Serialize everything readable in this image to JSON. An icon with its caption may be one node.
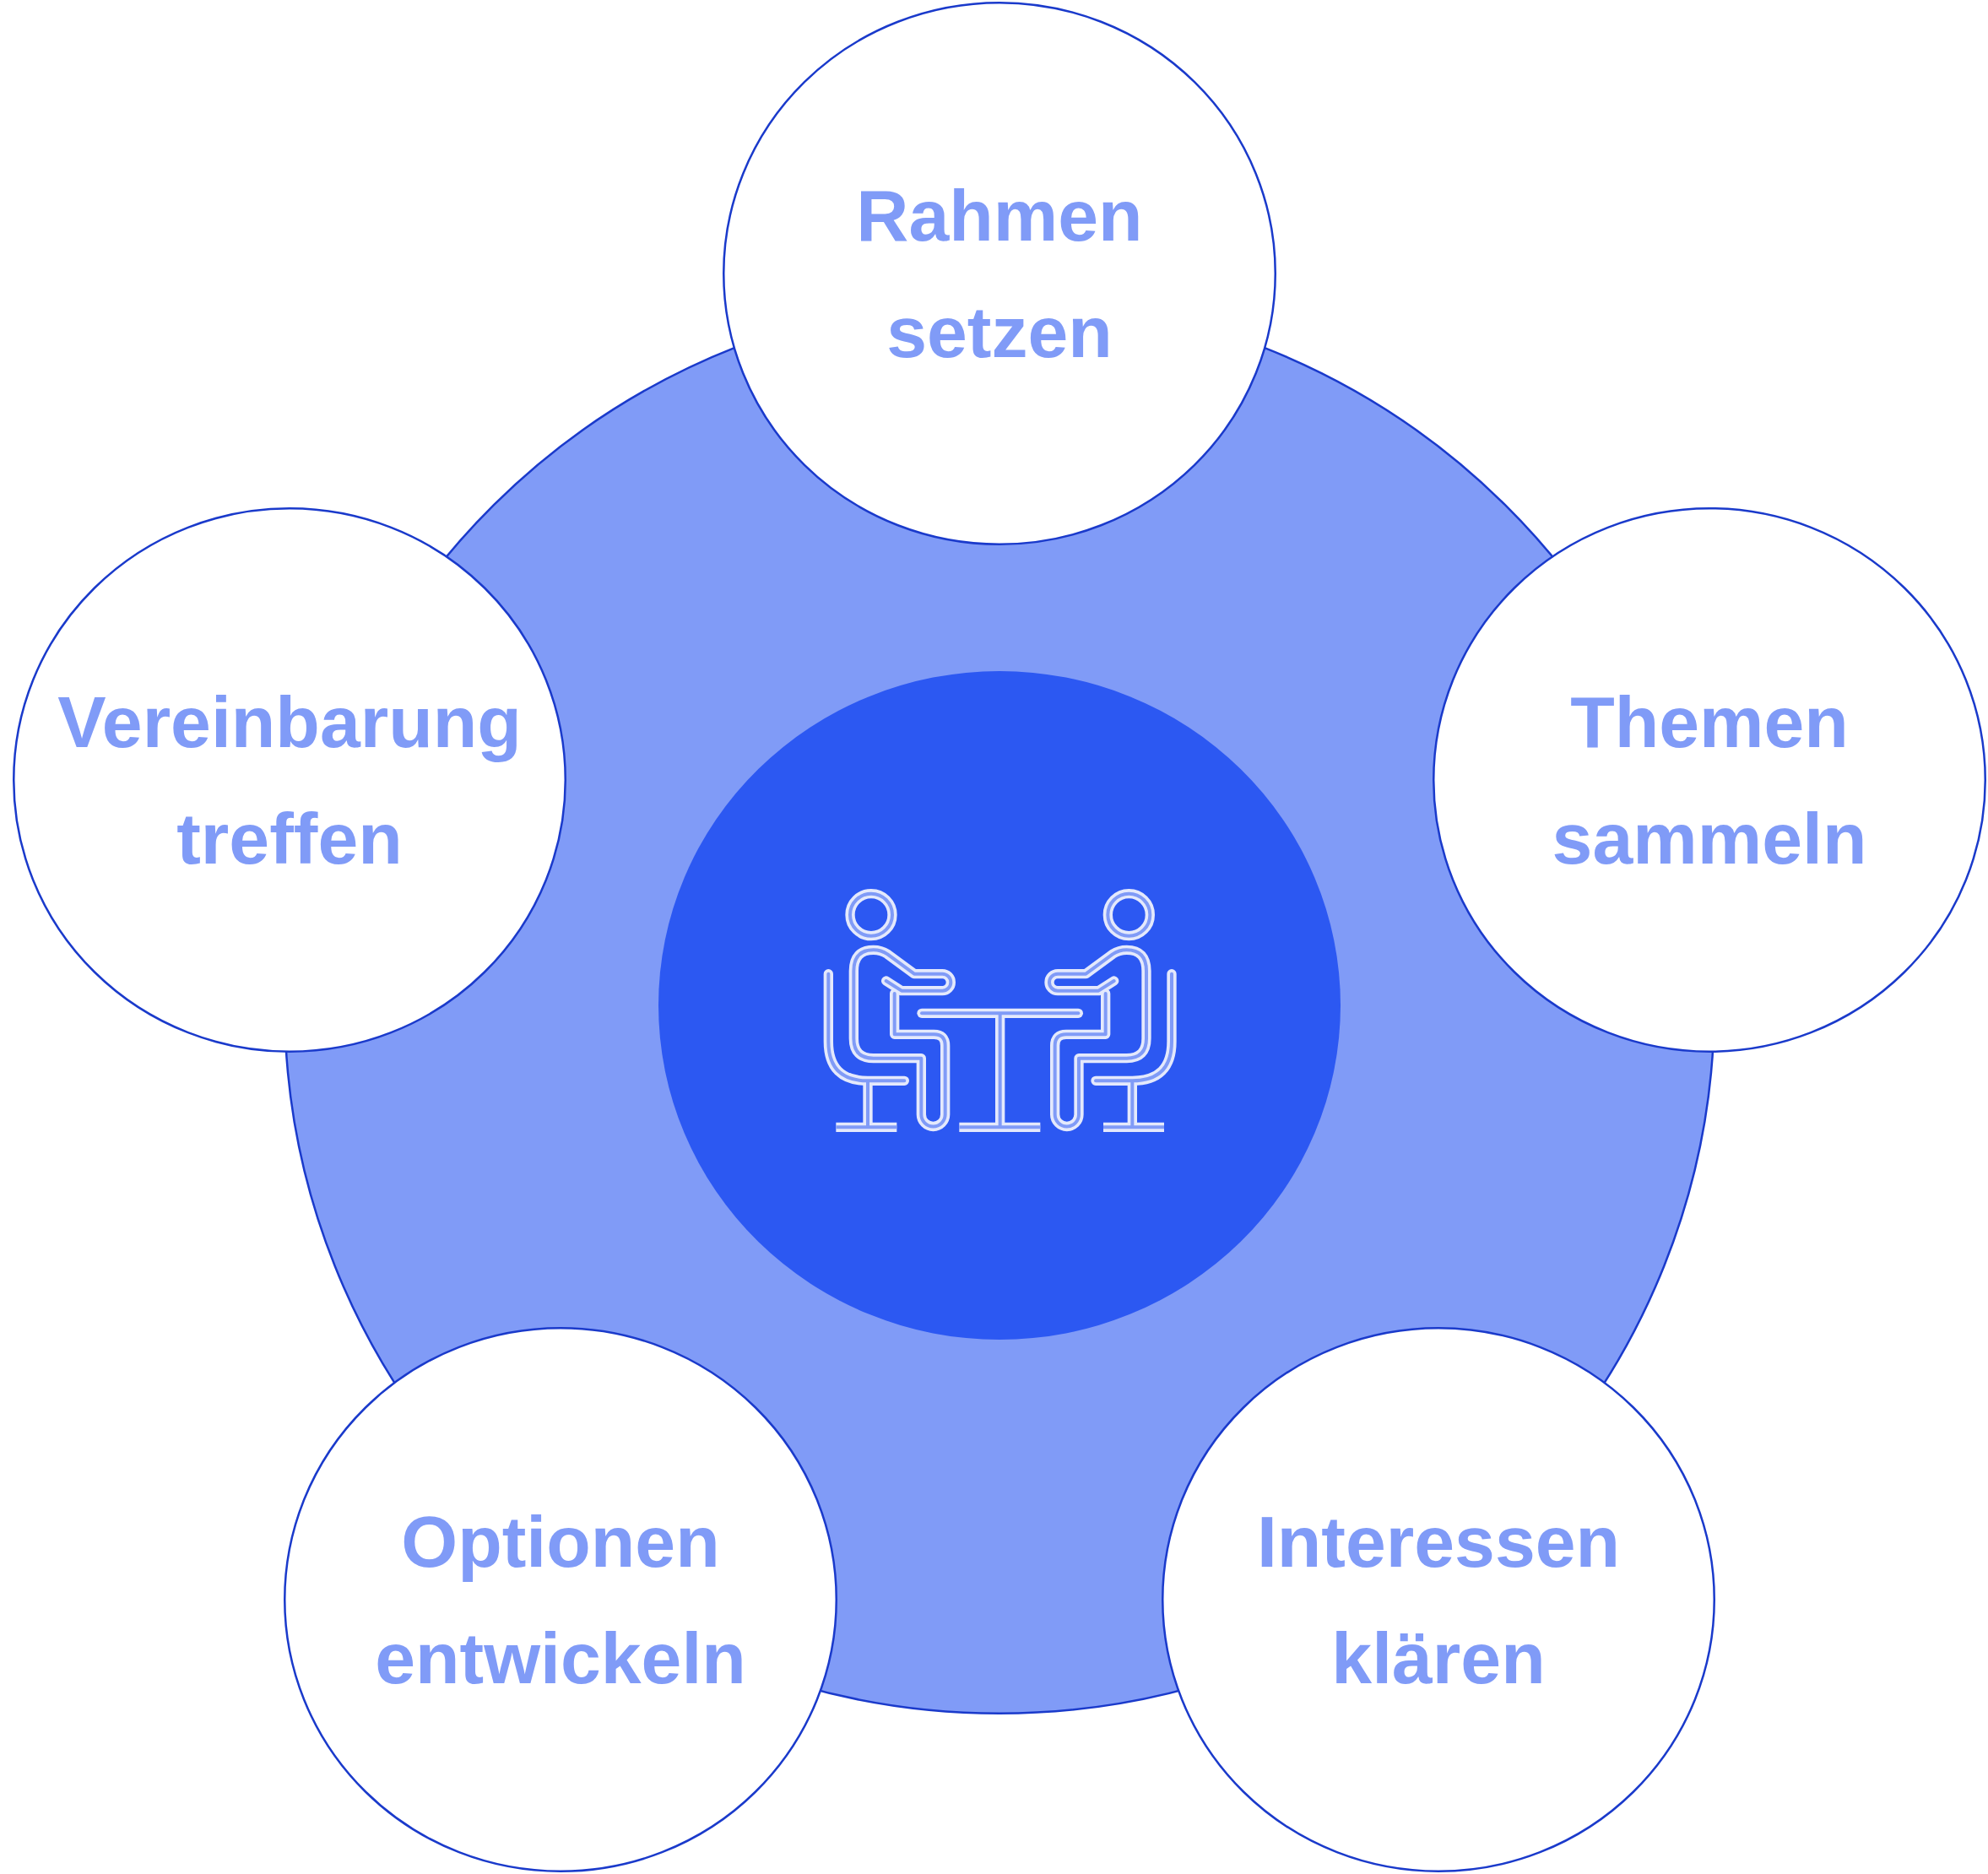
{
  "diagram": {
    "nodes": [
      {
        "text": [],
        "shape": "circle"
      },
      {
        "text": [],
        "shape": "circle",
        "in": 0
      },
      {
        "text": [
          "Rahmen setzen"
        ]
      },
      {
        "text": [
          "Themen sammeln"
        ]
      },
      {
        "text": [
          "Interessen klären"
        ]
      },
      {
        "text": [
          "Optionen entwickeln"
        ]
      },
      {
        "text": [
          "Vereinbarung treffen"
        ]
      }
    ]
  }
}
